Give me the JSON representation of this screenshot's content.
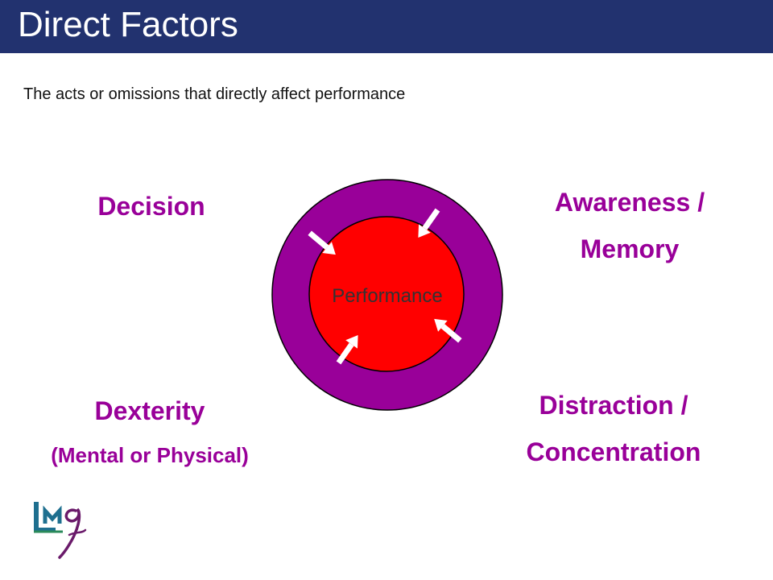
{
  "slide": {
    "title": "Direct Factors",
    "subtitle": "The acts or omissions that directly affect performance"
  },
  "diagram": {
    "center_label": "Performance",
    "outer_ring_color": "#990099",
    "inner_circle_color": "#ff0000",
    "arrow_color": "#ffffff",
    "factors": {
      "decision": "Decision",
      "awareness_line1": "Awareness /",
      "awareness_line2": "Memory",
      "dexterity_line1": "Dexterity",
      "dexterity_line2": "(Mental or Physical)",
      "distraction_line1": "Distraction /",
      "distraction_line2": "Concentration"
    }
  },
  "colors": {
    "title_bar": "#22326f",
    "factor_text": "#990099"
  }
}
